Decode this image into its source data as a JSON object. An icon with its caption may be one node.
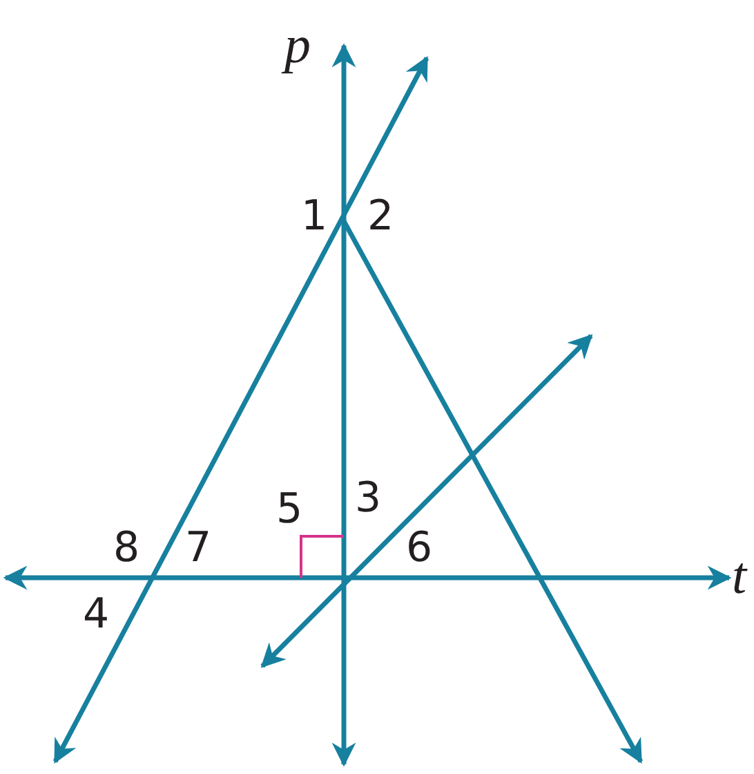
{
  "diagram": {
    "labels": [
      "p",
      "1",
      "2",
      "5",
      "3",
      "8",
      "7",
      "6",
      "4",
      "t"
    ]
  }
}
